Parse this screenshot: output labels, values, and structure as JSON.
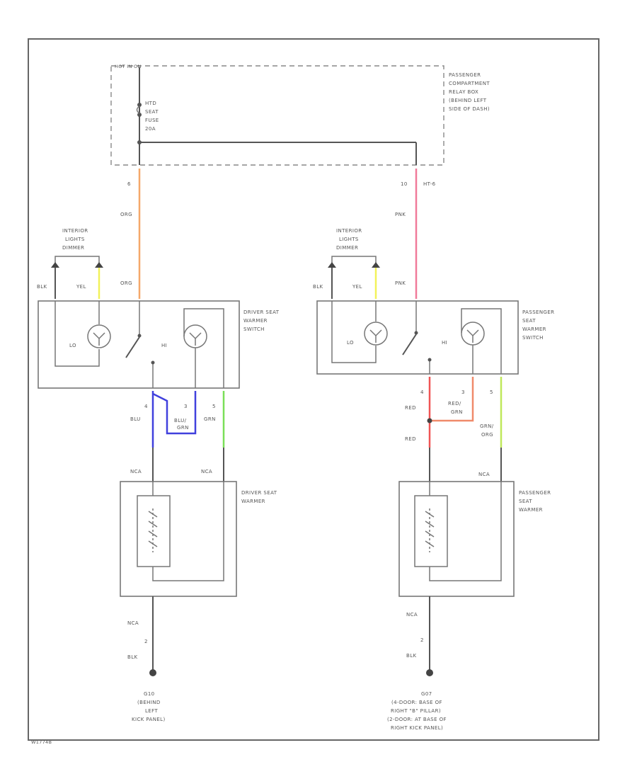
{
  "relay_box": {
    "hot_label": "HOT IN ON",
    "label": [
      "PASSENGER",
      "COMPARTMENT",
      "RELAY BOX",
      "(BEHIND LEFT",
      "SIDE OF DASH)"
    ],
    "fuse_label": [
      "HTD",
      "SEAT",
      "FUSE",
      "20A"
    ],
    "pin_left": "6",
    "pin_right": "10",
    "pin_right_connector": "HT-6"
  },
  "driver_side": {
    "feed_wire_color": "ORG",
    "feed_wire_color_2": "ORG",
    "interior_lights_label": [
      "INTERIOR",
      "LIGHTS",
      "DIMMER"
    ],
    "blk": "BLK",
    "yel": "YEL",
    "switch_label": [
      "DRIVER SEAT",
      "WARMER",
      "SWITCH"
    ],
    "lo": "LO",
    "hi": "HI",
    "pin4": "4",
    "pin3": "3",
    "pin5": "5",
    "wire_blu": "BLU",
    "wire_blu_grn": [
      "BLU/",
      "GRN"
    ],
    "wire_grn": "GRN",
    "nca_left": "NCA",
    "nca_right": "NCA",
    "warmer_label": [
      "DRIVER SEAT",
      "WARMER"
    ],
    "nca_bottom": "NCA",
    "pin2": "2",
    "blk_bottom": "BLK",
    "ground_label": [
      "G10",
      "(BEHIND",
      "LEFT",
      "KICK PANEL)"
    ],
    "feed_color": "#f5a86a",
    "blu_color": "#4040dd",
    "grn_color": "#7adf58",
    "yel_color": "#f2f25a"
  },
  "passenger_side": {
    "feed_wire_color": "PNK",
    "feed_wire_color_2": "PNK",
    "interior_lights_label": [
      "INTERIOR",
      "LIGHTS",
      "DIMMER"
    ],
    "blk": "BLK",
    "yel": "YEL",
    "switch_label": [
      "PASSENGER",
      "SEAT",
      "WARMER",
      "SWITCH"
    ],
    "lo": "LO",
    "hi": "HI",
    "pin4": "4",
    "pin3": "3",
    "pin5": "5",
    "wire_red": "RED",
    "wire_red_grn": [
      "RED/",
      "GRN"
    ],
    "wire_red_2": "RED",
    "wire_grn_org": [
      "GRN/",
      "ORG"
    ],
    "nca_right": "NCA",
    "warmer_label": [
      "PASSENGER",
      "SEAT",
      "WARMER"
    ],
    "nca_bottom": "NCA",
    "pin2": "2",
    "blk_bottom": "BLK",
    "ground_label": [
      "G07",
      "(4-DOOR: BASE OF",
      "RIGHT \"B\" PILLAR)",
      "(2-DOOR: AT BASE OF",
      "RIGHT KICK PANEL)"
    ],
    "feed_color": "#f07a9a",
    "red_color": "#f05555",
    "red_grn_color": "#f08a6a",
    "grn_color": "#bfe85a",
    "yel_color": "#f2f25a"
  },
  "footer_code": "W1774B"
}
